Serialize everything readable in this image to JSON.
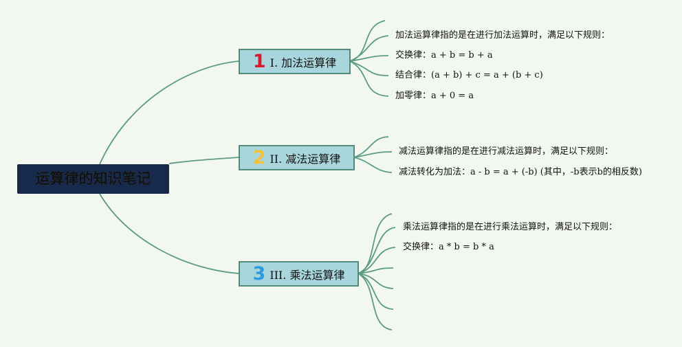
{
  "root": {
    "title": "运算律的知识笔记",
    "background": "#172a4b"
  },
  "colors": {
    "line": "#5b9a86",
    "branch_fill": "#a9d6dc",
    "branch_border": "#4f8c79"
  },
  "branches": [
    {
      "number": "1",
      "number_color": "#d8192e",
      "label": "I. 加法运算律",
      "notes": [
        "加法运算律指的是在进行加法运算时，满足以下规则：",
        "交换律：a + b = b + a",
        "结合律：(a + b) + c = a + (b + c)",
        "加零律：a + 0 = a"
      ]
    },
    {
      "number": "2",
      "number_color": "#f2c23a",
      "label": "II. 减法运算律",
      "notes": [
        "减法运算律指的是在进行减法运算时，满足以下规则：",
        "减法转化为加法：a - b = a + (-b) (其中，-b表示b的相反数)"
      ]
    },
    {
      "number": "3",
      "number_color": "#2e9be0",
      "label": "III. 乘法运算律",
      "notes": [
        "乘法运算律指的是在进行乘法运算时，满足以下规则：",
        "交换律：a * b = b * a"
      ]
    }
  ]
}
